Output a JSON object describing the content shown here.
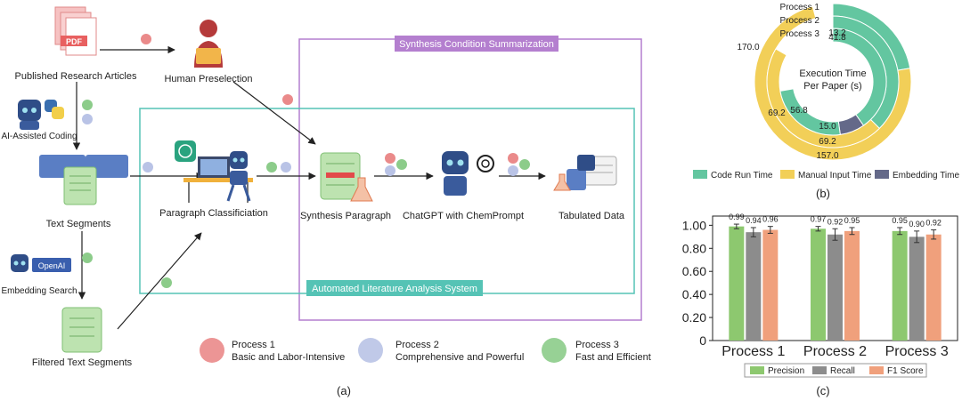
{
  "colors": {
    "process1": "#ea8a8a",
    "process2": "#b9c3e6",
    "process3": "#8ccc8a",
    "teal": "#55c3b5",
    "purple": "#b47fcf",
    "green_bar": "#8dc86f",
    "gray_bar": "#8c8c8c",
    "orange_bar": "#f0a07c",
    "donut_green": "#63c6a0",
    "donut_yellow": "#f2cf58",
    "donut_slate": "#646989"
  },
  "icons": {
    "pdf": "pdf-icon",
    "human": "human-icon",
    "python": "python-icon",
    "robot": "robot-icon",
    "openai": "openai-icon",
    "scroll": "scroll-icon",
    "table": "table-icon",
    "flask": "flask-icon",
    "desk": "desk-icon"
  },
  "panel_a": {
    "nodes": {
      "published": "Published Research Articles",
      "preselection": "Human Preselection",
      "coding": "AI-Assisted Coding",
      "segments": "Text Segments",
      "embedding": "Embedding Search",
      "filtered": "Filtered Text Segments",
      "classification": "Paragraph Classificiation",
      "synthesis": "Synthesis Paragraph",
      "chatgpt": "ChatGPT with ChemPrompt",
      "tabulated": "Tabulated Data"
    },
    "pdf_text": "PDF",
    "openai_badge": "OpenAI",
    "boxes": {
      "summarization": "Synthesis Condition Summarization",
      "system": "Automated Literature Analysis System"
    },
    "legend": [
      {
        "title": "Process 1",
        "subtitle": "Basic and Labor-Intensive"
      },
      {
        "title": "Process 2",
        "subtitle": "Comprehensive and Powerful"
      },
      {
        "title": "Process 3",
        "subtitle": "Fast and Efficient"
      }
    ],
    "caption": "(a)"
  },
  "panel_b": {
    "center_label_line1": "Execution Time",
    "center_label_line2": "Per Paper (s)",
    "ring_labels": [
      "Process 1",
      "Process 2",
      "Process 3"
    ],
    "value_labels": {
      "p1_code": "13.2",
      "p3_code": "41.8",
      "p2_total": "170.0",
      "p3_total": "69.2",
      "p2_code": "56.8",
      "p1_embed": "15.0",
      "p1_total": "69.2",
      "p1_manual": "157.0"
    },
    "legend": [
      "Code Run Time",
      "Manual Input Time",
      "Embedding Time"
    ],
    "caption": "(b)"
  },
  "chart_data": {
    "type": "bar",
    "categories": [
      "Process 1",
      "Process 2",
      "Process 3"
    ],
    "series": [
      {
        "name": "Precision",
        "values": [
          0.99,
          0.97,
          0.95
        ],
        "errors": [
          0.02,
          0.02,
          0.03
        ]
      },
      {
        "name": "Recall",
        "values": [
          0.94,
          0.92,
          0.9
        ],
        "errors": [
          0.04,
          0.05,
          0.05
        ]
      },
      {
        "name": "F1 Score",
        "values": [
          0.96,
          0.95,
          0.92
        ],
        "errors": [
          0.03,
          0.03,
          0.04
        ]
      }
    ],
    "value_labels": [
      [
        "0.99",
        "0.97",
        "0.95"
      ],
      [
        "0.94",
        "0.92",
        "0.90"
      ],
      [
        "0.96",
        "0.95",
        "0.92"
      ]
    ],
    "yticks": [
      "0",
      "0.20",
      "0.40",
      "0.60",
      "0.80",
      "1.00"
    ],
    "ylim": [
      0,
      1.08
    ],
    "legend_position": "bottom",
    "caption": "(c)"
  }
}
